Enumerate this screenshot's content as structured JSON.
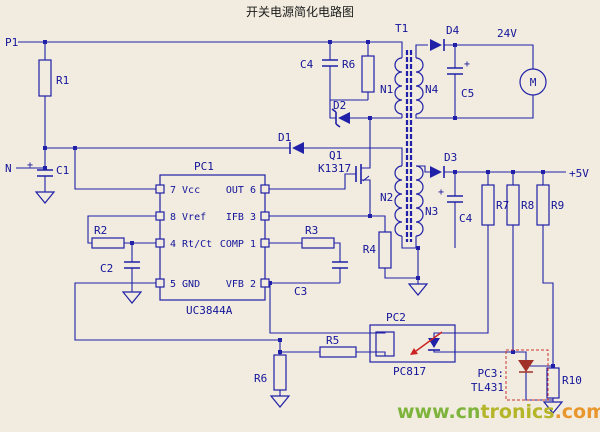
{
  "title": "开关电源简化电路图",
  "colors": {
    "background": "#f1ecdf",
    "wire": "#2020a8",
    "label": "#14149a",
    "title": "#1a1a1a",
    "led_arrow_red": "#cc2222",
    "tl431_symbol": "#a03028",
    "watermark_green": "#7EB43C",
    "watermark_mid": "#b5b52a",
    "watermark_orange": "#E8962D"
  },
  "labels": {
    "p1": "P1",
    "n": "N",
    "r1": "R1",
    "c1": "C1",
    "plus": "+",
    "c4_top": "C4",
    "r6_top": "R6",
    "d1": "D1",
    "d2": "D2",
    "q1": "Q1",
    "q1_part": "K1317",
    "r4": "R4",
    "t1": "T1",
    "n1": "N1",
    "n2": "N2",
    "n3": "N3",
    "n4": "N4",
    "d4": "D4",
    "v24": "24V",
    "c5": "C5",
    "motor": "M",
    "d3": "D3",
    "v5": "+5V",
    "c4_right": "C4",
    "r7": "R7",
    "r8": "R8",
    "r9": "R9",
    "r10": "R10",
    "r2": "R2",
    "c2": "C2",
    "r3": "R3",
    "c3": "C3",
    "r5": "R5",
    "r6_bottom": "R6",
    "pc2": "PC2",
    "pc2_part": "PC817",
    "pc3": "PC3:",
    "pc3_part": "TL431"
  },
  "ic": {
    "name": "PC1",
    "part": "UC3844A",
    "left_pins": [
      "7 Vcc",
      "8 Vref",
      "4 Rt/Ct",
      "5 GND"
    ],
    "right_pins": [
      "OUT 6",
      "IFB 3",
      "COMP 1",
      "VFB 2"
    ]
  },
  "watermark": {
    "part1": "www.cn",
    "part2": "tronics",
    "part3": ".com"
  }
}
